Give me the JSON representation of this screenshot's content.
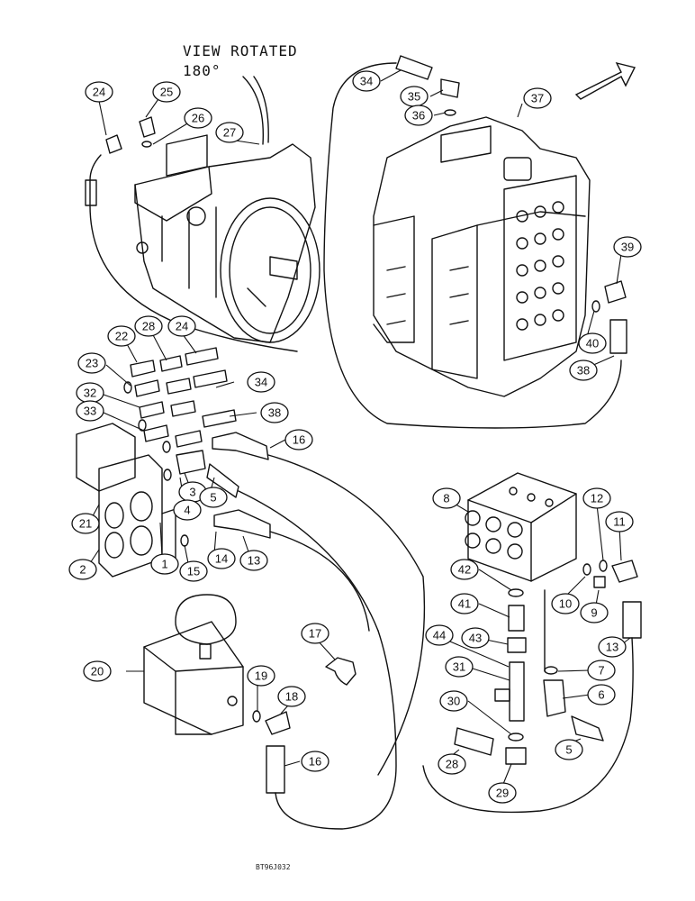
{
  "view_note": {
    "line1": "VIEW ROTATED",
    "line2": "180°"
  },
  "figure_code": "BT96J032",
  "callouts": [
    "24",
    "25",
    "26",
    "27",
    "34",
    "35",
    "36",
    "37",
    "39",
    "40",
    "38",
    "22",
    "28",
    "24",
    "23",
    "34",
    "32",
    "33",
    "38",
    "16",
    "3",
    "5",
    "21",
    "4",
    "14",
    "13",
    "2",
    "1",
    "15",
    "8",
    "12",
    "11",
    "42",
    "41",
    "10",
    "9",
    "44",
    "43",
    "13",
    "20",
    "17",
    "31",
    "7",
    "19",
    "18",
    "30",
    "6",
    "16",
    "28",
    "5",
    "29"
  ]
}
